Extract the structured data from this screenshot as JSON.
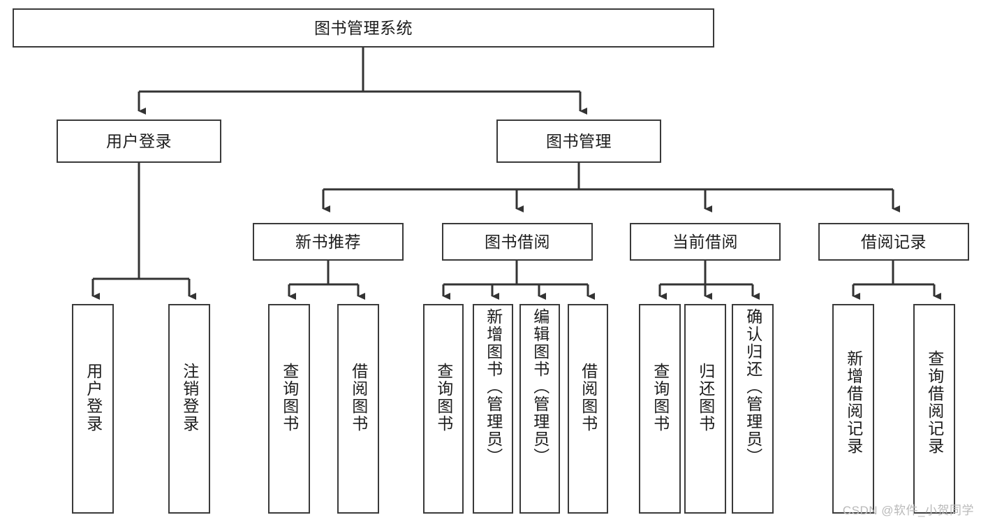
{
  "diagram": {
    "type": "tree-hierarchy",
    "title": "图书管理系统",
    "root": {
      "label": "图书管理系统"
    },
    "level2": [
      {
        "label": "用户登录"
      },
      {
        "label": "图书管理"
      }
    ],
    "level3": [
      {
        "label": "新书推荐"
      },
      {
        "label": "图书借阅"
      },
      {
        "label": "当前借阅"
      },
      {
        "label": "借阅记录"
      }
    ],
    "leaves": [
      {
        "label": "用户登录"
      },
      {
        "label": "注销登录"
      },
      {
        "label": "查询图书"
      },
      {
        "label": "借阅图书"
      },
      {
        "label": "查询图书"
      },
      {
        "label": "新增图书（管理员）"
      },
      {
        "label": "编辑图书（管理员）"
      },
      {
        "label": "借阅图书"
      },
      {
        "label": "查询图书"
      },
      {
        "label": "归还图书"
      },
      {
        "label": "确认归还（管理员）"
      },
      {
        "label": "新增借阅记录"
      },
      {
        "label": "查询借阅记录"
      }
    ],
    "watermark": "CSDN @软件_小贺同学",
    "colors": {
      "box_border": "#3a3a3a",
      "box_fill": "#ffffff",
      "connector": "#333333",
      "text": "#1c1c1c",
      "watermark": "#b9b9b9"
    }
  }
}
